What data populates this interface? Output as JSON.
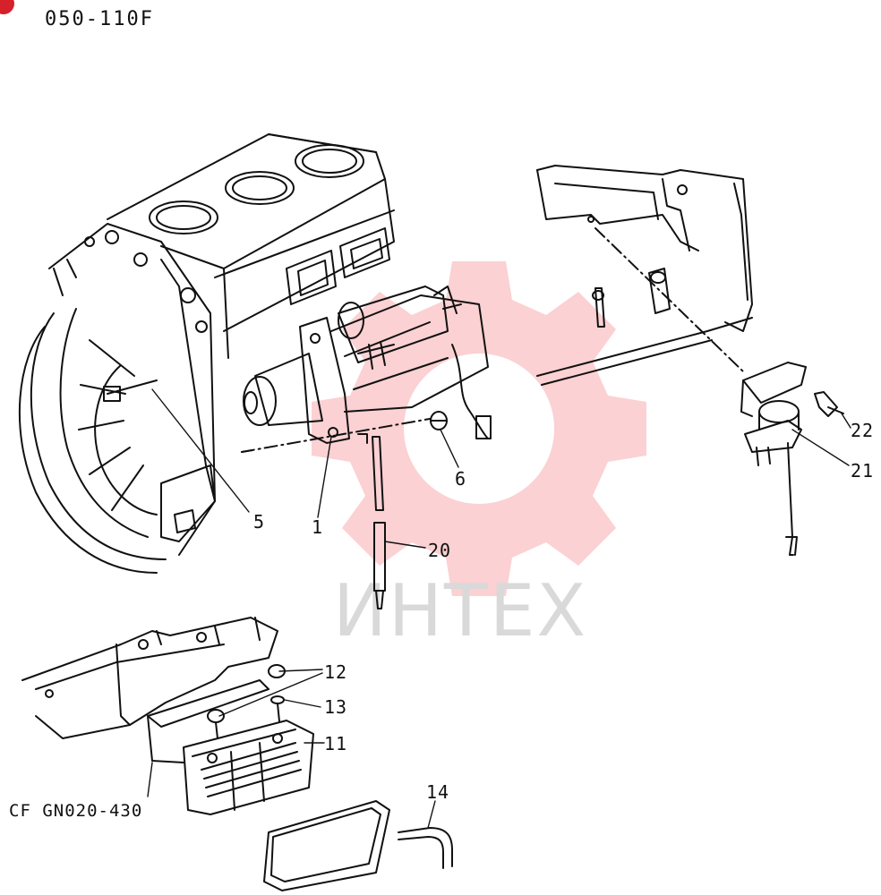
{
  "diagram": {
    "code": "050-110F",
    "reference": "CF GN020-430",
    "watermark": "ИНТЕХ",
    "watermark_color": "#f05a62",
    "part_numbers": [
      "1",
      "5",
      "6",
      "11",
      "12",
      "13",
      "14",
      "20",
      "21",
      "22"
    ]
  }
}
